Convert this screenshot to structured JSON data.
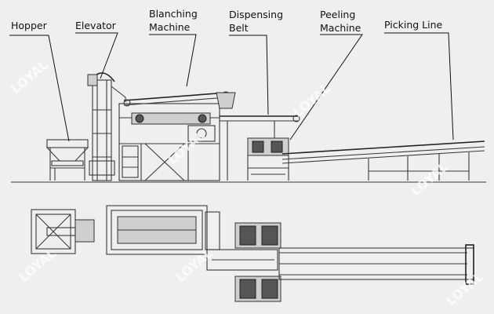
{
  "labels": {
    "hopper": "Hopper",
    "elevator": "Elevator",
    "blanching_line1": "Blanching",
    "blanching_line2": "Machine",
    "dispensing_line1": "Dispensing",
    "dispensing_line2": "Belt",
    "peeling_line1": "Peeling",
    "peeling_line2": "Machine",
    "picking": "Picking Line"
  },
  "watermark": "LOYAL",
  "colors": {
    "background": "#efefef",
    "line": "#333333",
    "text": "#111111"
  }
}
